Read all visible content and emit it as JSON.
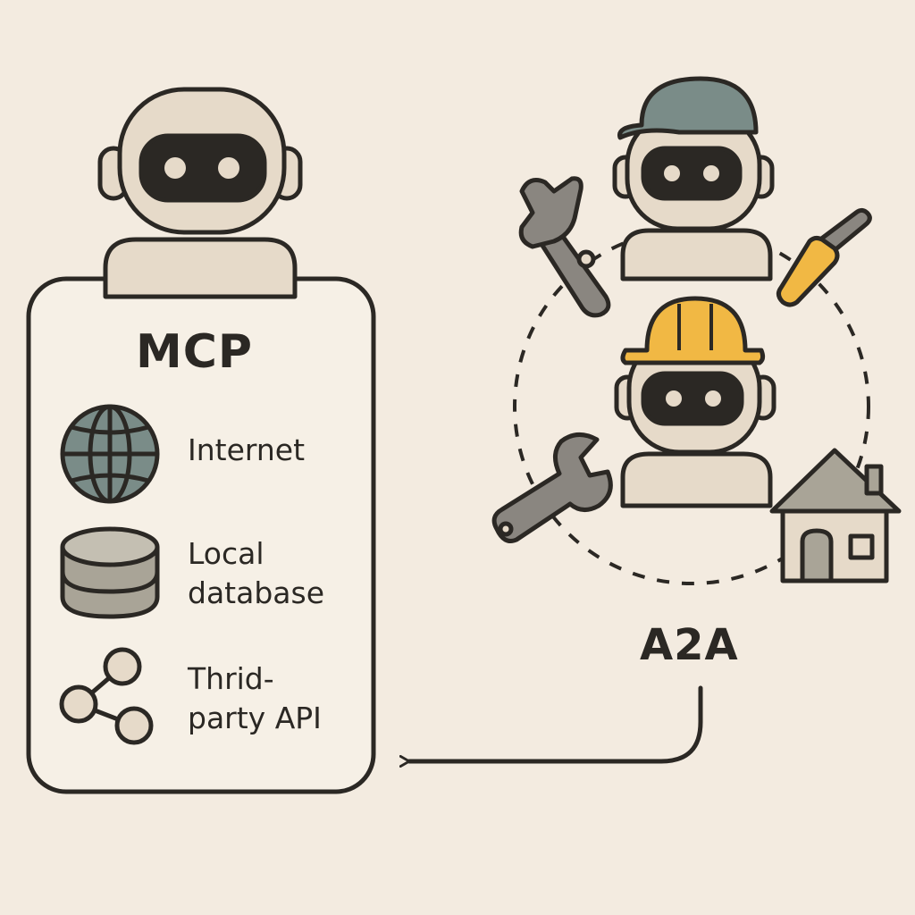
{
  "mcp": {
    "title": "MCP",
    "items": [
      {
        "icon": "globe-icon",
        "lines": [
          "Internet"
        ]
      },
      {
        "icon": "database-icon",
        "lines": [
          "Local",
          "database"
        ]
      },
      {
        "icon": "network-nodes-icon",
        "lines": [
          "Thrid-",
          "party API"
        ]
      }
    ]
  },
  "a2a": {
    "title": "A2A",
    "decorations": [
      "cap-robot",
      "hardhat-robot",
      "pipe-wrench-icon",
      "screwdriver-icon",
      "wrench-icon",
      "house-icon"
    ]
  },
  "colors": {
    "background": "#f3ebe0",
    "ink": "#2b2824",
    "robot_skin": "#e6dac9",
    "cap": "#7a8c88",
    "hardhat": "#f1b844",
    "screwdriver": "#f1b844",
    "tool_gray": "#8a8680",
    "db_gray": "#a9a497",
    "globe": "#7a8c88"
  }
}
